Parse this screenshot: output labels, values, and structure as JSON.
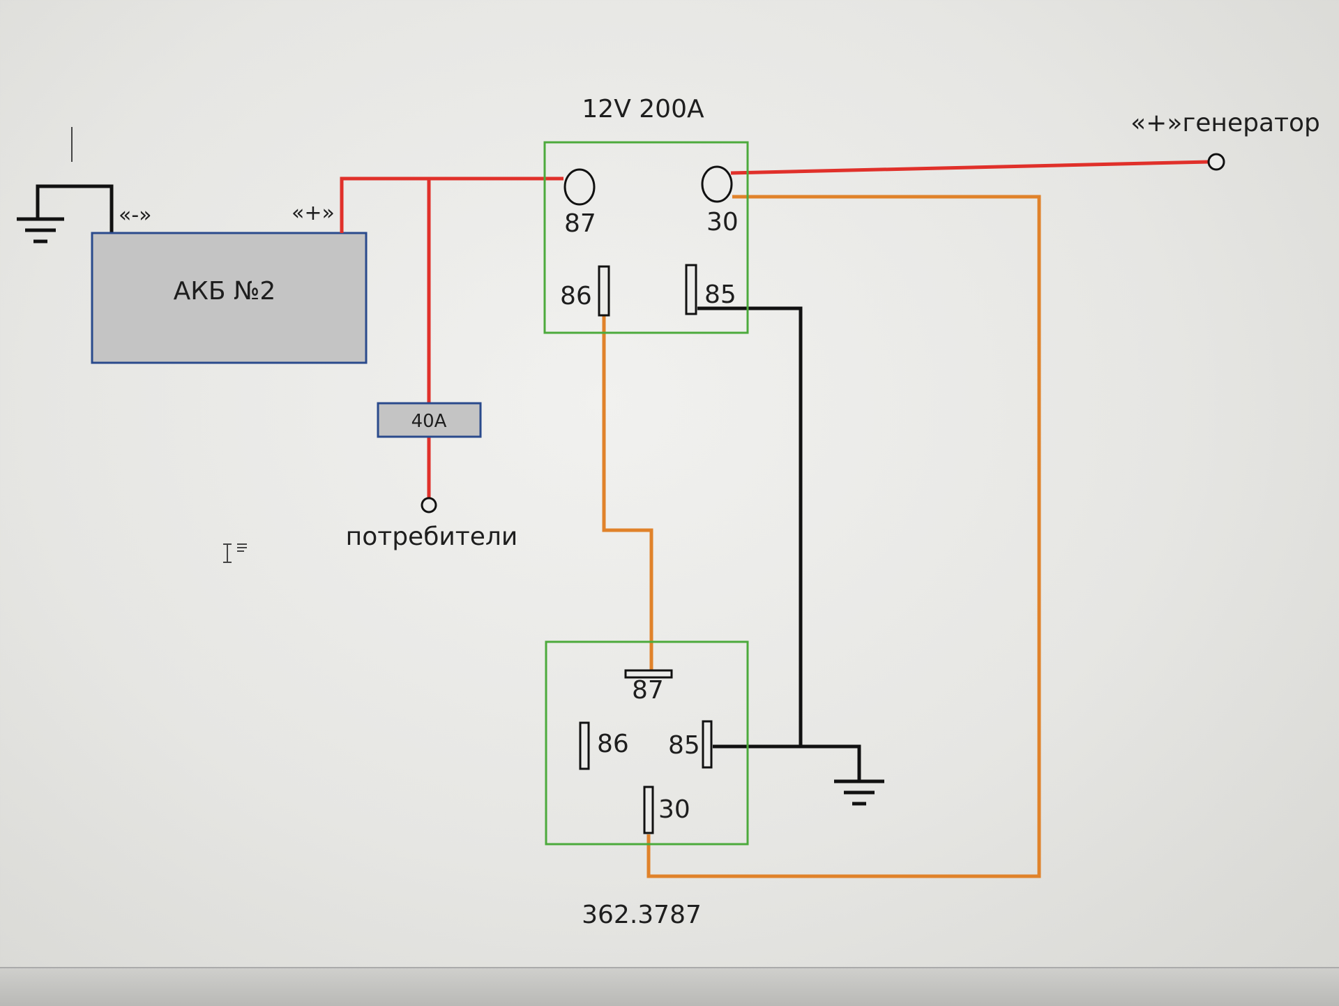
{
  "battery": {
    "label": "АКБ №2",
    "minus_label": "«-»",
    "plus_label": "«+»"
  },
  "relay_main": {
    "rating_label": "12V 200A",
    "pins": {
      "p87": "87",
      "p30": "30",
      "p86": "86",
      "p85": "85"
    }
  },
  "relay_small": {
    "model_label": "362.3787",
    "pins": {
      "p87": "87",
      "p86": "86",
      "p85": "85",
      "p30": "30"
    }
  },
  "fuse": {
    "label": "40A"
  },
  "consumers": {
    "label": "потребители"
  },
  "generator": {
    "label": "«+»генератор"
  },
  "colors": {
    "wire_power": "#e0302a",
    "wire_control": "#e0822a",
    "wire_ground": "#111111",
    "relay_border": "#4caa3c",
    "battery_fill": "#c4c4c4",
    "component_border": "#2a4a8c"
  }
}
